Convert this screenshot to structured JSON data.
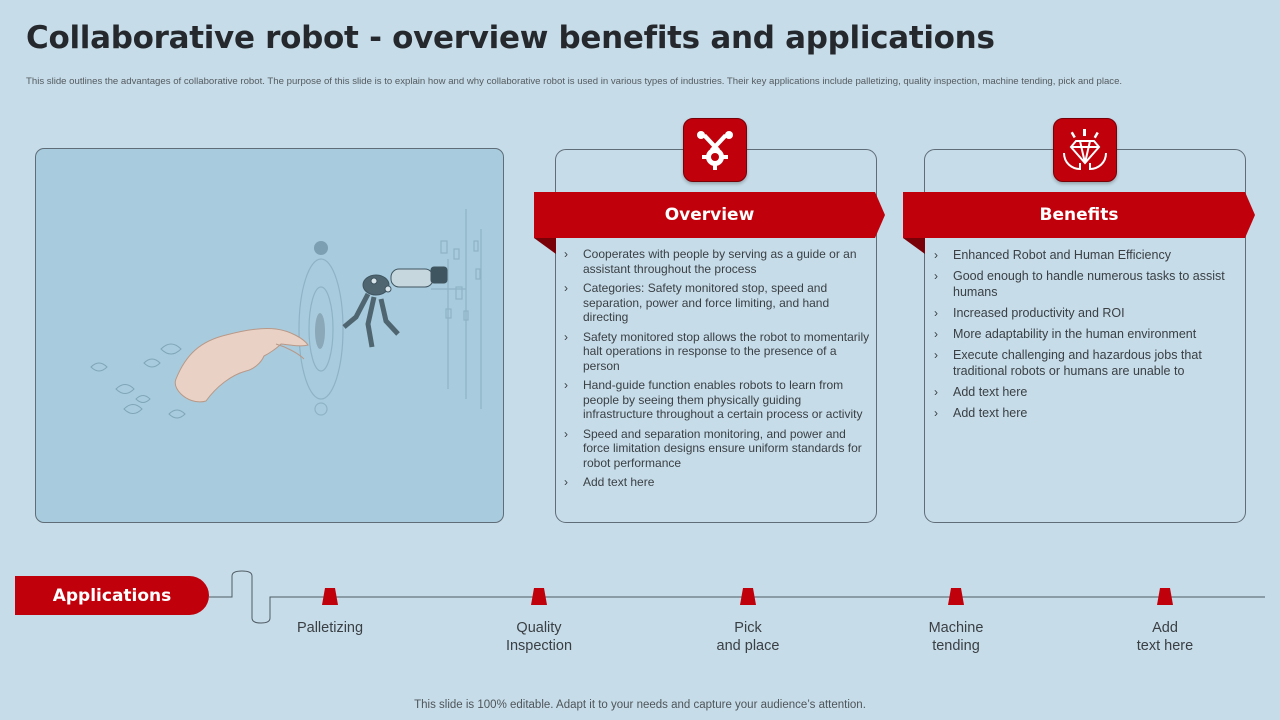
{
  "title": "Collaborative robot - overview benefits and applications",
  "subtitle": "This slide outlines the advantages of collaborative robot. The purpose of this slide is to explain how and why collaborative robot is used in various types of industries. Their key applications include palletizing, quality inspection, machine tending, pick and place.",
  "overview": {
    "heading": "Overview",
    "icon": "tools-gear-icon",
    "items": [
      "Cooperates with people by serving as a guide or an assistant throughout the process",
      "Categories: Safety monitored stop, speed and separation, power and force limiting, and hand directing",
      "Safety monitored stop allows the robot to momentarily halt operations in response to the presence of a person",
      "Hand-guide function enables robots to learn from people by seeing them physically guiding infrastructure throughout a certain process or activity",
      "Speed and separation monitoring, and power and force limitation designs ensure uniform standards for robot performance",
      "Add text here"
    ]
  },
  "benefits": {
    "heading": "Benefits",
    "icon": "diamond-hands-icon",
    "items": [
      "Enhanced Robot and Human Efficiency",
      "Good enough to handle numerous tasks to assist humans",
      "Increased productivity and ROI",
      "More adaptability in the human environment",
      "Execute challenging and hazardous jobs that traditional robots or humans are unable to",
      "Add text here",
      "Add text here"
    ]
  },
  "applications": {
    "label": "Applications",
    "items": [
      {
        "line1": "Palletizing",
        "line2": ""
      },
      {
        "line1": "Quality",
        "line2": "Inspection"
      },
      {
        "line1": "Pick",
        "line2": "and place"
      },
      {
        "line1": "Machine",
        "line2": "tending"
      },
      {
        "line1": "Add",
        "line2": "text here"
      }
    ]
  },
  "footer": "This slide is 100% editable. Adapt it to your needs and capture your audience’s attention.",
  "colors": {
    "accent": "#c0000b",
    "background": "#c6dce8",
    "image_panel": "#a8ccdd"
  }
}
